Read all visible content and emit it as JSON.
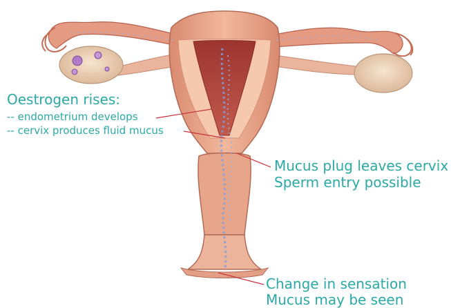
{
  "labels": {
    "estrogen_heading": "Oestrogen rises:",
    "estrogen_point_1": "-- endometrium develops",
    "estrogen_point_2": "-- cervix produces fluid mucus",
    "plug_line_1": "Mucus plug leaves cervix",
    "plug_line_2": "Sperm entry possible",
    "sensation_line_1": "Change in sensation",
    "sensation_line_2": "Mucus may be seen"
  },
  "colors": {
    "label_text": "#2aa9a6",
    "leader_line": "#c8323a",
    "tissue_outer": "#e8a184",
    "tissue_inner": "#f3c4ad",
    "cavity": "#b5453b",
    "mucus": "#7f9fe0"
  }
}
